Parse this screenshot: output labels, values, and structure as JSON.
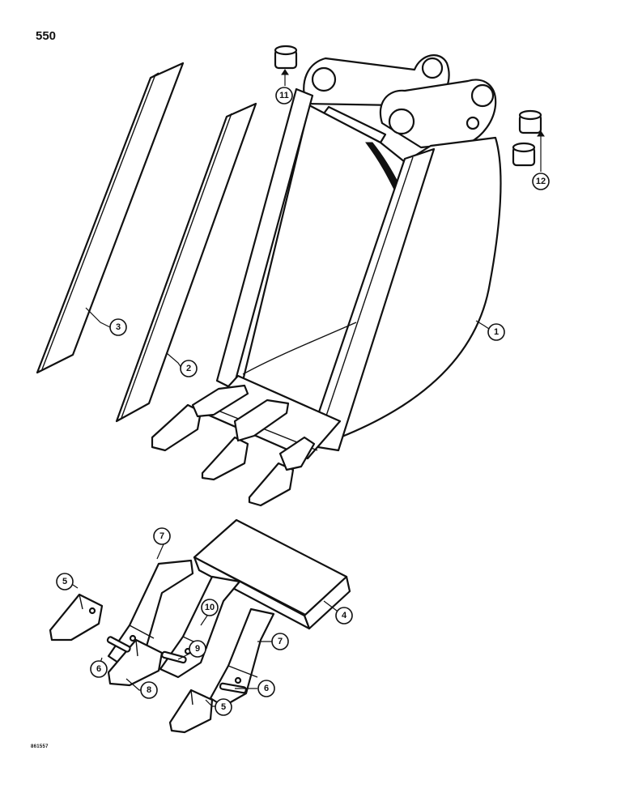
{
  "page": {
    "number": "550",
    "drawing_code": "861557"
  },
  "callouts": [
    {
      "id": "c1",
      "label": "1"
    },
    {
      "id": "c2",
      "label": "2"
    },
    {
      "id": "c3",
      "label": "3"
    },
    {
      "id": "c4",
      "label": "4"
    },
    {
      "id": "c5a",
      "label": "5"
    },
    {
      "id": "c5b",
      "label": "5"
    },
    {
      "id": "c6a",
      "label": "6"
    },
    {
      "id": "c6b",
      "label": "6"
    },
    {
      "id": "c7a",
      "label": "7"
    },
    {
      "id": "c7b",
      "label": "7"
    },
    {
      "id": "c8",
      "label": "8"
    },
    {
      "id": "c9",
      "label": "9"
    },
    {
      "id": "c10",
      "label": "10"
    },
    {
      "id": "c11",
      "label": "11"
    },
    {
      "id": "c12",
      "label": "12"
    }
  ]
}
